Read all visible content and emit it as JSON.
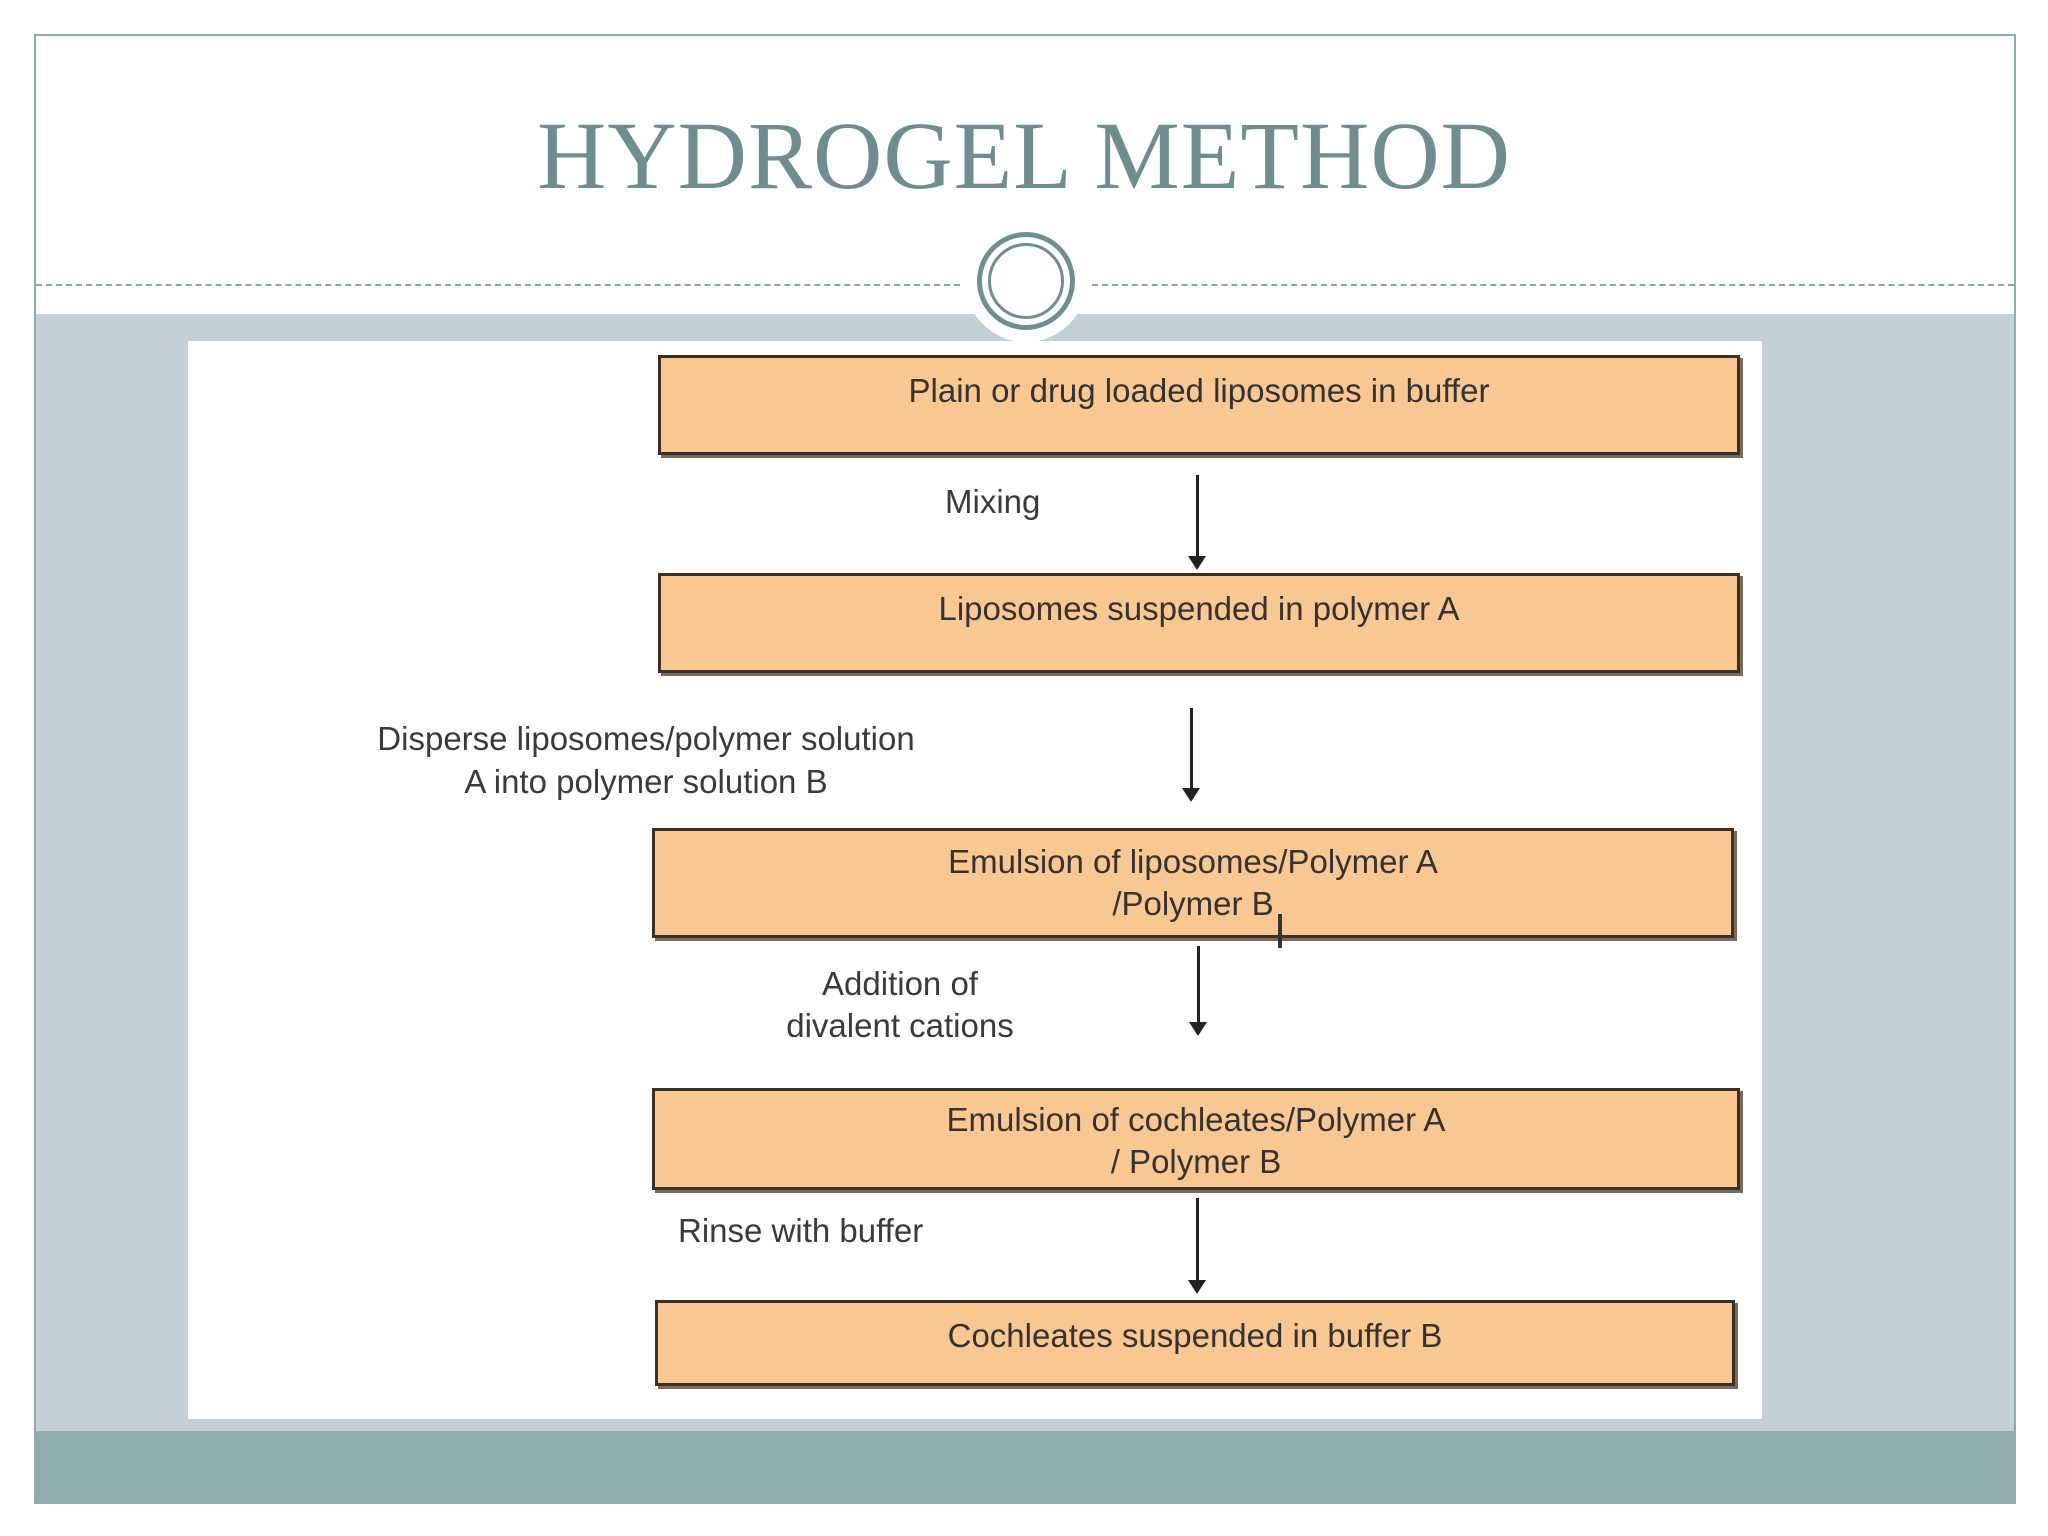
{
  "slide": {
    "title": "HYDROGEL METHOD"
  },
  "diagram": {
    "steps": [
      "Plain or drug loaded liposomes in buffer",
      "Liposomes suspended in polymer A",
      "Emulsion of liposomes/Polymer A",
      "/Polymer B",
      "Emulsion of cochleates/Polymer A",
      "/ Polymer B",
      "Cochleates suspended in buffer B"
    ],
    "transitions": [
      "Mixing",
      "Disperse liposomes/polymer solution",
      "A into polymer solution B",
      "Addition of",
      "divalent cations",
      "Rinse with buffer"
    ]
  },
  "colors": {
    "box_fill": "#f9c892",
    "title": "#6e8e8e",
    "content_band": "#c4d1d4",
    "footer_band": "#8eabad"
  }
}
